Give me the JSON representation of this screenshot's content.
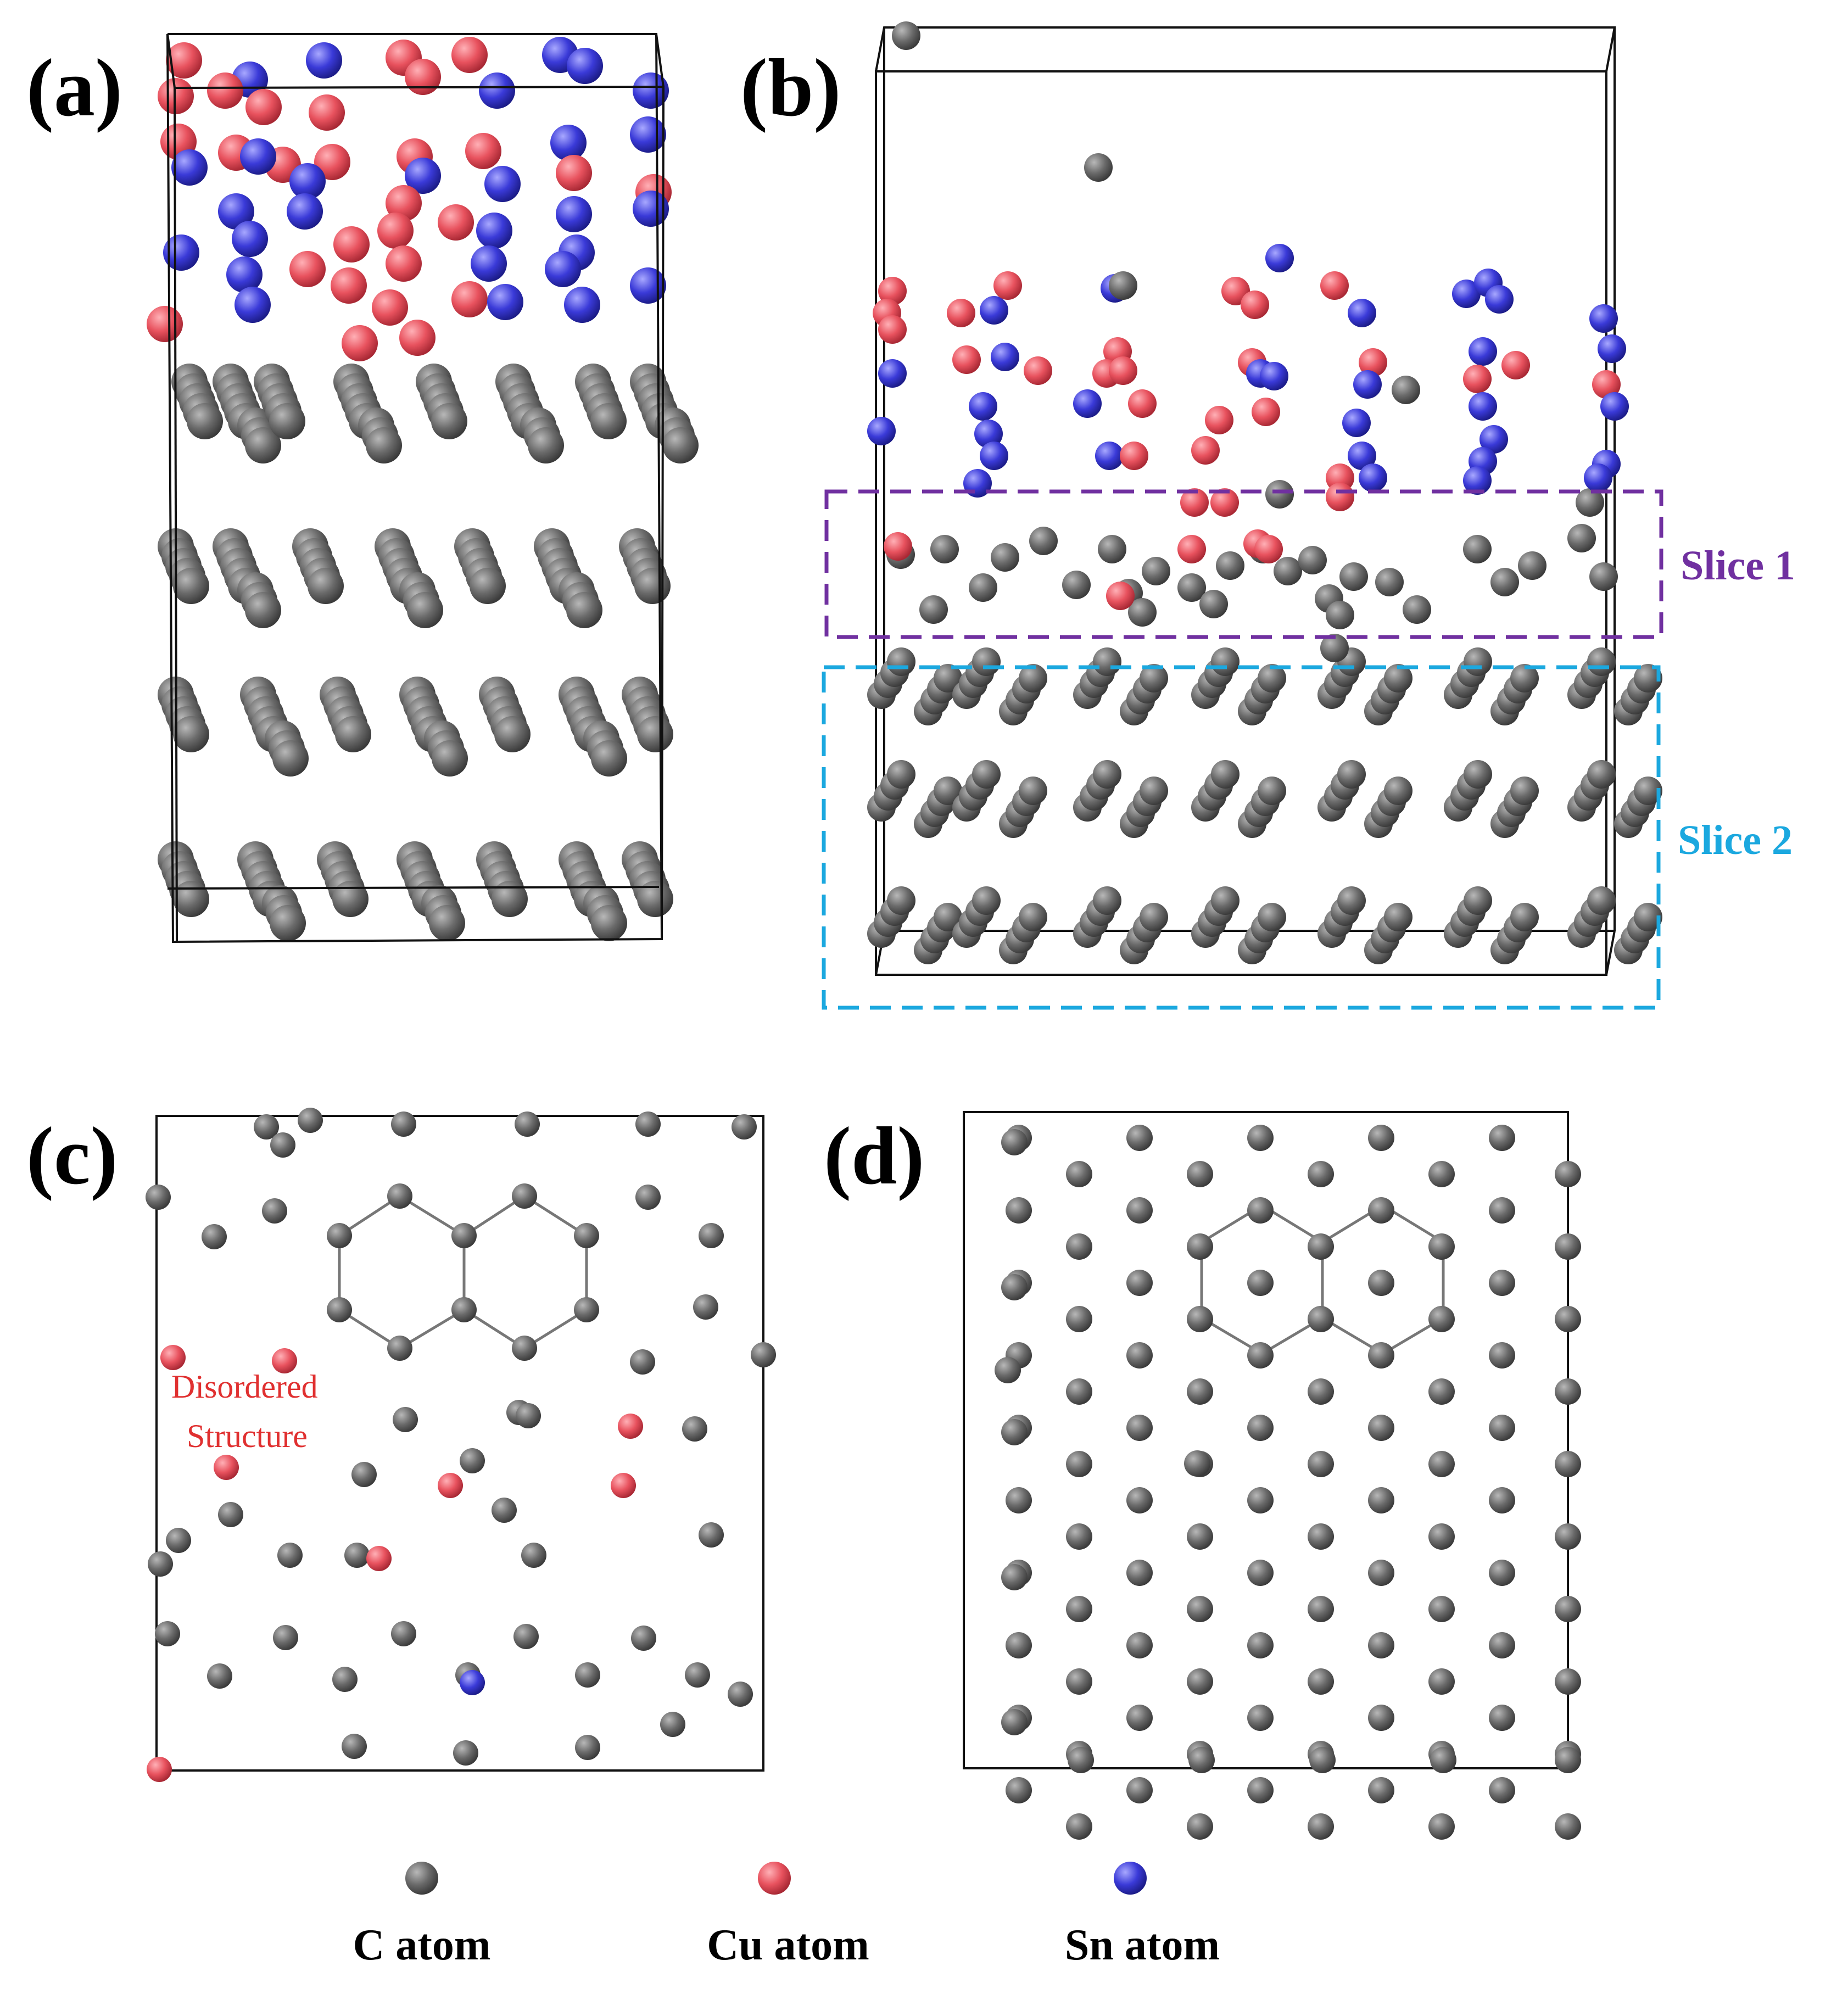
{
  "panels": {
    "a": "(a)",
    "b": "(b)",
    "c": "(c)",
    "d": "(d)"
  },
  "slices": {
    "slice1": {
      "label": "Slice 1",
      "color": "#7030A0"
    },
    "slice2": {
      "label": "Slice 2",
      "color": "#1BA8DF"
    }
  },
  "annotation": {
    "line1": "Disordered",
    "line2": "Structure",
    "color": "#E03030"
  },
  "legend": [
    {
      "label": "C atom",
      "color": "#6B6B6B"
    },
    {
      "label": "Cu atom",
      "color": "#E8525E"
    },
    {
      "label": "Sn atom",
      "color": "#3A3AD8"
    }
  ]
}
